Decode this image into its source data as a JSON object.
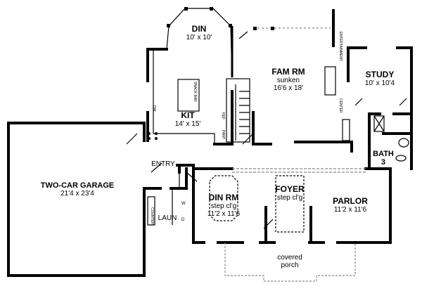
{
  "rooms": {
    "din": {
      "name": "DIN",
      "size": "10' x 10'"
    },
    "fam": {
      "name": "FAM RM",
      "note": "sunken",
      "size": "16'6 x 18'"
    },
    "study": {
      "name": "STUDY",
      "size": "10' x 10'4"
    },
    "kit": {
      "name": "KIT",
      "size": "14' x 15'"
    },
    "garage": {
      "name": "TWO-CAR GARAGE",
      "size": "21'4 x 23'4"
    },
    "entry": {
      "name": "ENTRY"
    },
    "dinrm": {
      "name": "DIN  RM",
      "note": "step cl'g",
      "size": "11'2 x 11'6"
    },
    "foyer": {
      "name": "FOYER",
      "note": "step cl'g"
    },
    "parlor": {
      "name": "PARLOR",
      "size": "11'2 x 11'6"
    },
    "bath": {
      "name": "BATH",
      "number": "3"
    },
    "laun": {
      "name": "LAUN"
    },
    "porch": {
      "line1": "covered",
      "line2": "porch"
    }
  },
  "fixtures": {
    "snack_bar": "SNACK BAR",
    "dw": "DW",
    "ref": "REF",
    "pant": "PANT",
    "entertainment": "ENTERTAINMENT",
    "center": "CENTER",
    "counter": "COUNTER",
    "washer": "W",
    "dryer": "D"
  }
}
